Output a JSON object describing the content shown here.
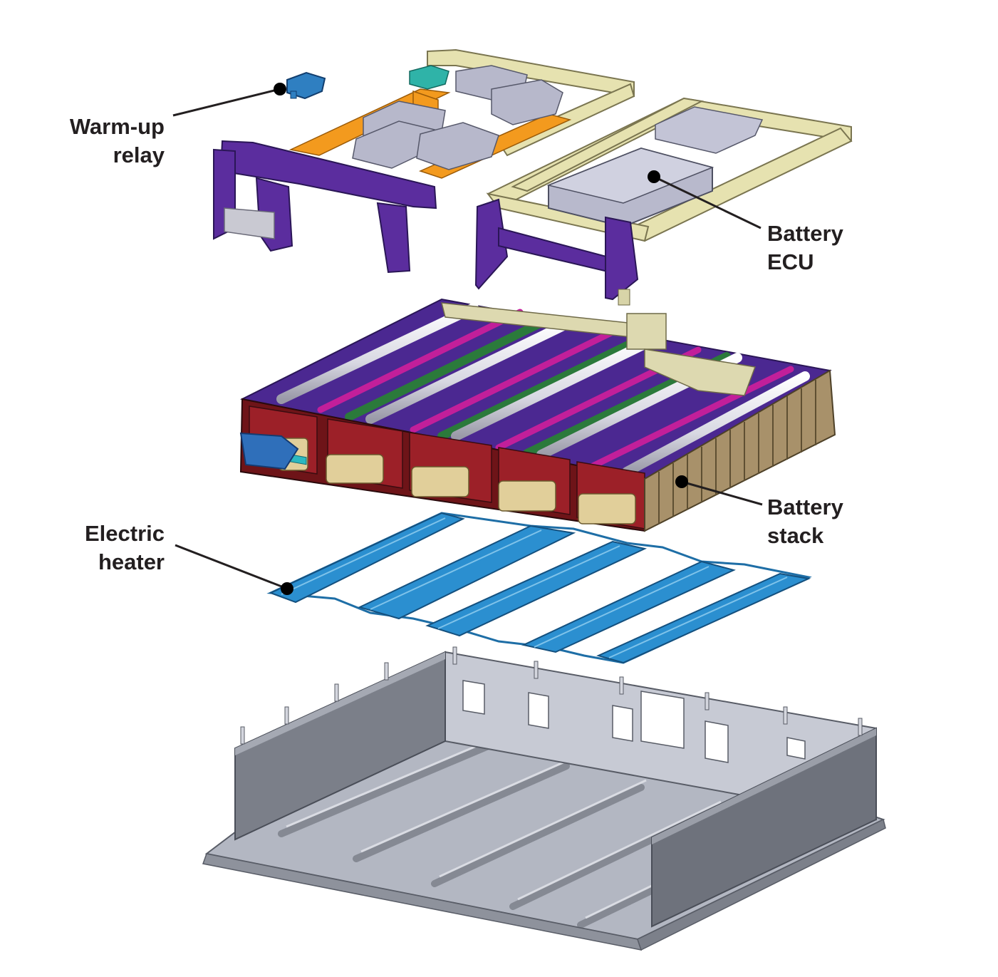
{
  "callouts": {
    "warmup_relay": {
      "line1": "Warm-up",
      "line2": "relay"
    },
    "battery_ecu": {
      "line1": "Battery",
      "line2": "ECU"
    },
    "battery_stack": {
      "line1": "Battery",
      "line2": "stack"
    },
    "electric_heater": {
      "line1": "Electric",
      "line2": "heater"
    }
  },
  "colors": {
    "frame_purple": "#5b2d9e",
    "rail_orange": "#f39a1e",
    "frame_cream": "#e6e2b0",
    "component_gray": "#b8b9cc",
    "relay_blue": "#2f7fc1",
    "heater_blue": "#2b8fd0",
    "cell_red": "#8c1c22",
    "cell_gold": "#a8916a",
    "tray_gray": "#a6aab4",
    "leader_line": "#231f20"
  }
}
